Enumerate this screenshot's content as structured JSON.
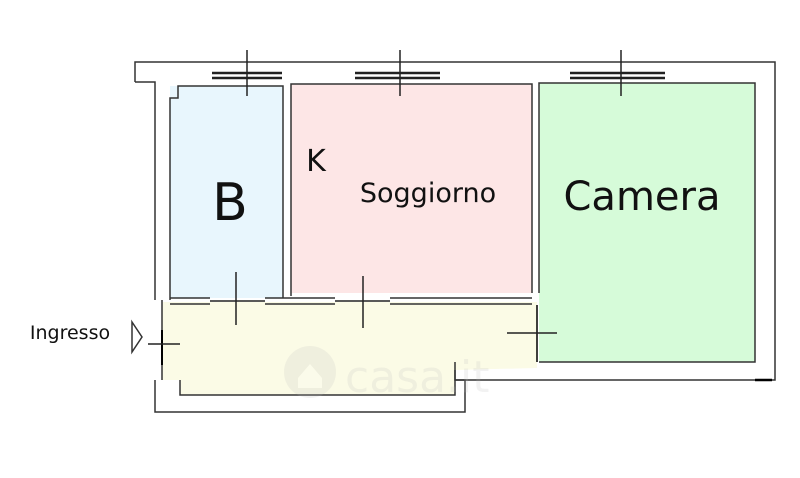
{
  "plan": {
    "rooms": [
      {
        "id": "bagno",
        "label": "B",
        "color": "#e8f6fd"
      },
      {
        "id": "cucina",
        "label": "K"
      },
      {
        "id": "soggiorno",
        "label": "Soggiorno",
        "color": "#fde6e6"
      },
      {
        "id": "camera",
        "label": "Camera",
        "color": "#d6fbd9"
      },
      {
        "id": "ingresso",
        "label": "Ingresso",
        "color": "#fbfbe6"
      }
    ],
    "watermark": "casa.it"
  }
}
